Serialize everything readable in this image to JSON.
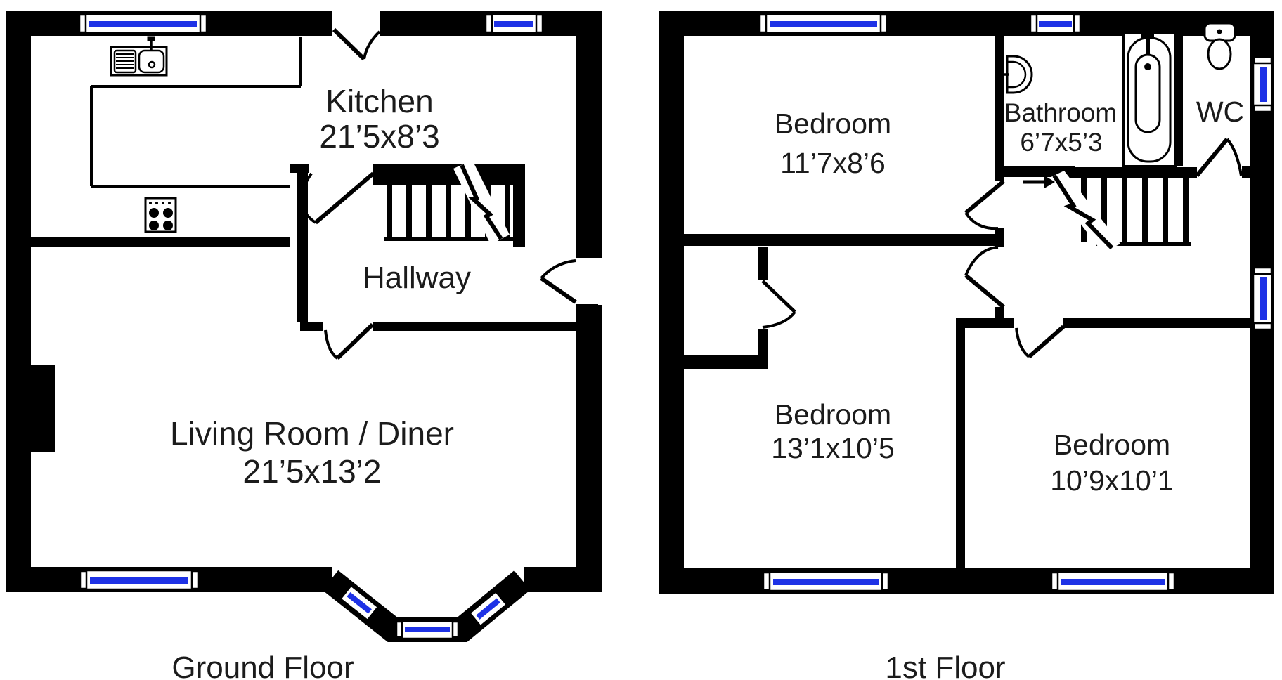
{
  "document_type": "floorplan",
  "colors": {
    "wall": "#000000",
    "window_glass": "#1e32e6",
    "window_frame": "#ffffff",
    "background": "#ffffff",
    "text": "#1b1b1b"
  },
  "ground_floor": {
    "label": "Ground Floor",
    "rooms": [
      {
        "name": "Kitchen",
        "dims": "21’5x8’3"
      },
      {
        "name": "Hallway",
        "dims": ""
      },
      {
        "name": "Living Room / Diner",
        "dims": "21’5x13’2"
      }
    ],
    "fixtures": [
      "kitchen-sink",
      "stove-hob",
      "staircase",
      "bay-window"
    ],
    "window_count": 6,
    "door_count": 4
  },
  "first_floor": {
    "label": "1st Floor",
    "rooms": [
      {
        "name": "Bedroom",
        "dims": "11’7x8’6"
      },
      {
        "name": "Bathroom",
        "dims": "6’7x5’3"
      },
      {
        "name": "WC",
        "dims": ""
      },
      {
        "name": "Bedroom",
        "dims": "13’1x10’5"
      },
      {
        "name": "Bedroom",
        "dims": "10’9x10’1"
      }
    ],
    "fixtures": [
      "bathtub",
      "wash-basin",
      "toilet",
      "staircase",
      "stairs-up-arrow",
      "cupboard"
    ],
    "window_count": 6,
    "door_count": 6
  }
}
